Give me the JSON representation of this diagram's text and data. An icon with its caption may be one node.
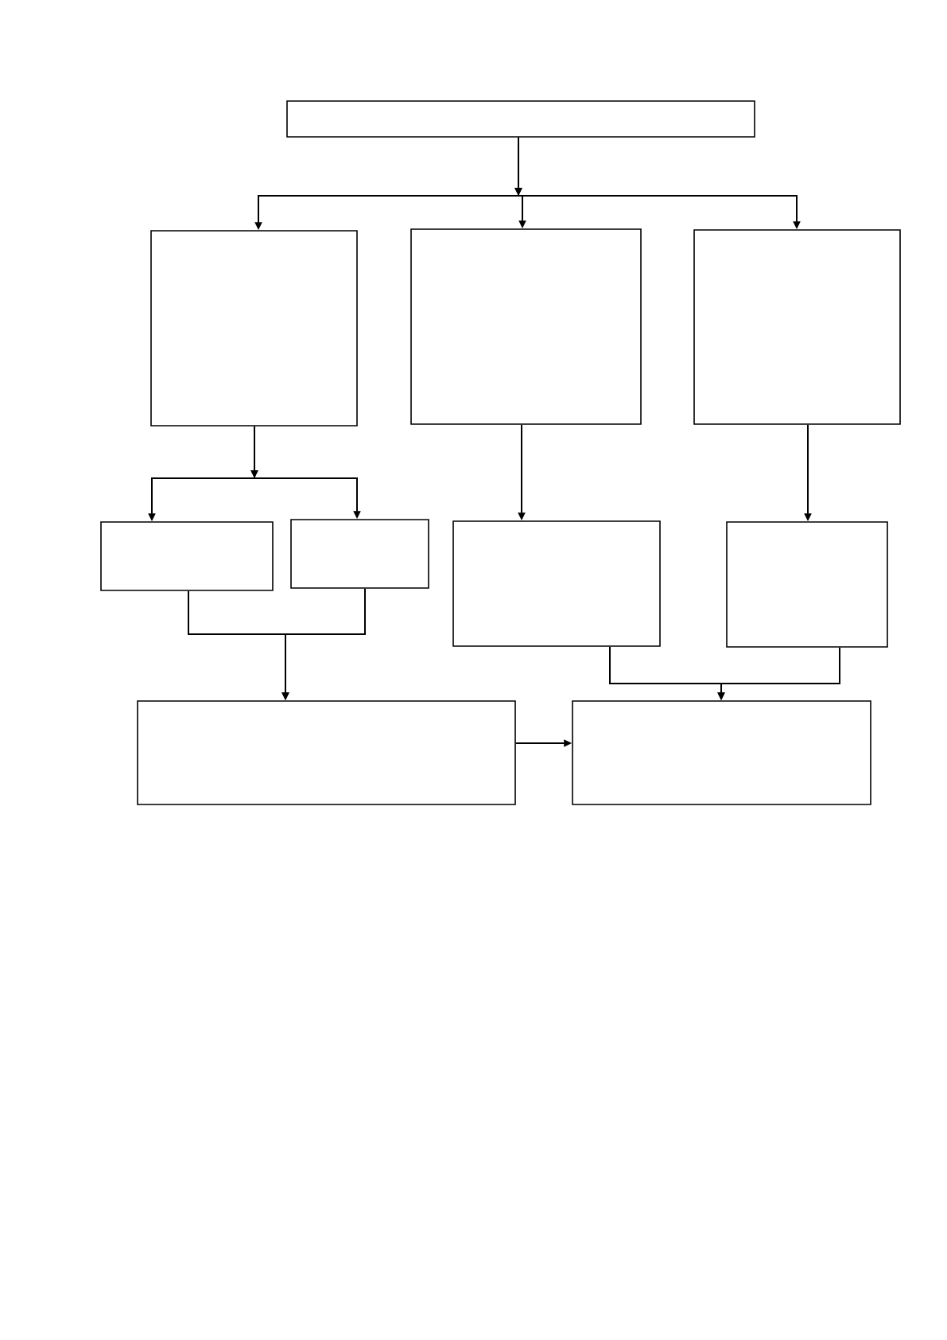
{
  "diagram": {
    "nodes": [
      {
        "text": [],
        "shape": "box"
      },
      {
        "text": [],
        "shape": "box"
      },
      {
        "text": [],
        "shape": "box"
      },
      {
        "text": [],
        "shape": "box"
      },
      {
        "text": [],
        "shape": "box"
      },
      {
        "text": [],
        "shape": "box"
      },
      {
        "text": [],
        "shape": "box"
      },
      {
        "text": [],
        "shape": "box"
      },
      {
        "text": [],
        "shape": "box"
      },
      {
        "text": [],
        "shape": "box"
      }
    ],
    "edges": [
      {
        "from": 0,
        "to": 1,
        "arrow": "to"
      },
      {
        "from": 0,
        "to": 2,
        "arrow": "to"
      },
      {
        "from": 0,
        "to": 3,
        "arrow": "to"
      },
      {
        "from": 1,
        "to": 4,
        "arrow": "to"
      },
      {
        "from": 1,
        "to": 5,
        "arrow": "to"
      },
      {
        "from": 2,
        "to": 6,
        "arrow": "to"
      },
      {
        "from": 3,
        "to": 7,
        "arrow": "to"
      },
      {
        "from": 4,
        "to": 8,
        "arrow": "to"
      },
      {
        "from": 5,
        "to": 8,
        "arrow": "to"
      },
      {
        "from": 6,
        "to": 9,
        "arrow": "to"
      },
      {
        "from": 7,
        "to": 9,
        "arrow": "to"
      },
      {
        "from": 8,
        "to": 9,
        "arrow": "to"
      }
    ]
  }
}
